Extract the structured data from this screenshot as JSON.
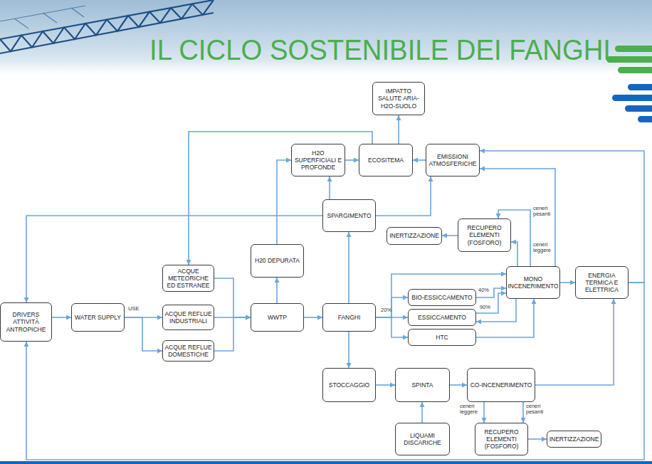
{
  "diagram": {
    "title": "IL CICLO SOSTENIBILE DEI FANGHI",
    "nodes": [
      {
        "text": [
          "DRIVERS ATTIVITÀ ANTROPICHE"
        ]
      },
      {
        "text": [
          "WATER SUPPLY"
        ]
      },
      {
        "text": [
          "ACQUE METEORICHE ED ESTRANEE"
        ]
      },
      {
        "text": [
          "ACQUE REFLUE INDUSTRIALI"
        ]
      },
      {
        "text": [
          "ACQUE REFLUE DOMESTICHE"
        ]
      },
      {
        "text": [
          "WWTP"
        ]
      },
      {
        "text": [
          "H20 DEPURATA"
        ]
      },
      {
        "text": [
          "H2O SUPERFICIALI E PROFONDE"
        ]
      },
      {
        "text": [
          "ECOSITEMA"
        ]
      },
      {
        "text": [
          "IMPATTO SALUTE ARIA-H2O-SUOLO"
        ]
      },
      {
        "text": [
          "EMISSIONI ATMOSFERICHE"
        ]
      },
      {
        "text": [
          "SPARGIMENTO"
        ]
      },
      {
        "text": [
          "FANGHI"
        ]
      },
      {
        "text": [
          "INERTIZZAZIONE"
        ]
      },
      {
        "text": [
          "RECUPERO ELEMENTI (FOSFORO)"
        ]
      },
      {
        "text": [
          "BIO-ESSICCAMENTO"
        ]
      },
      {
        "text": [
          "ESSICCAMENTO"
        ]
      },
      {
        "text": [
          "HTC"
        ]
      },
      {
        "text": [
          "MONO INCENERIMENTO"
        ]
      },
      {
        "text": [
          "ENERGIA TERMICA E ELETTRICA"
        ]
      },
      {
        "text": [
          "STOCCAGGIO"
        ]
      },
      {
        "text": [
          "SPINTA"
        ]
      },
      {
        "text": [
          "CO-INCENERIMENTO"
        ]
      },
      {
        "text": [
          "LIQUAMI DISCARICHE"
        ]
      },
      {
        "text": [
          "RECUPERO ELEMENTI (FOSFORO)"
        ]
      },
      {
        "text": [
          "INERTIZZAZIONE"
        ]
      }
    ],
    "edges": [
      {
        "from": 0,
        "to": 1,
        "arrow": "to"
      },
      {
        "from": 1,
        "to": 3,
        "label": "USE",
        "arrow": "to"
      },
      {
        "from": 1,
        "to": 4,
        "arrow": "to"
      },
      {
        "from": 2,
        "to": 5,
        "arrow": "to"
      },
      {
        "from": 3,
        "to": 5,
        "arrow": "to"
      },
      {
        "from": 4,
        "to": 5,
        "arrow": "to"
      },
      {
        "from": 5,
        "to": 6,
        "arrow": "to"
      },
      {
        "from": 6,
        "to": 7,
        "arrow": "to"
      },
      {
        "from": 5,
        "to": 12,
        "arrow": "to"
      },
      {
        "from": 11,
        "to": 7,
        "arrow": "to"
      },
      {
        "from": 11,
        "to": 10,
        "arrow": "to"
      },
      {
        "from": 11,
        "to": 0,
        "arrow": "to"
      },
      {
        "from": 8,
        "to": 2,
        "arrow": "to"
      },
      {
        "from": 8,
        "to": 9,
        "arrow": "to"
      },
      {
        "from": 7,
        "to": 8,
        "arrow": "to"
      },
      {
        "from": 10,
        "to": 8,
        "arrow": "to"
      },
      {
        "from": 12,
        "to": 11,
        "arrow": "to"
      },
      {
        "from": 12,
        "to": 20,
        "arrow": "to"
      },
      {
        "from": 12,
        "to": 15,
        "arrow": "to"
      },
      {
        "from": 12,
        "to": 16,
        "label": "20%",
        "arrow": "to"
      },
      {
        "from": 12,
        "to": 17,
        "arrow": "to"
      },
      {
        "from": 12,
        "to": 18,
        "arrow": "to"
      },
      {
        "from": 15,
        "to": 18,
        "label": "40%",
        "arrow": "to"
      },
      {
        "from": 16,
        "to": 18,
        "label": "90%",
        "arrow": "to"
      },
      {
        "from": 17,
        "to": 18,
        "arrow": "to"
      },
      {
        "from": 18,
        "to": 16,
        "arrow": "to"
      },
      {
        "from": 18,
        "to": 14,
        "label": "ceneri pesanti",
        "arrow": "to"
      },
      {
        "from": 18,
        "to": 14,
        "label": "ceneri leggere",
        "arrow": "to"
      },
      {
        "from": 14,
        "to": 13,
        "arrow": "to"
      },
      {
        "from": 18,
        "to": 10,
        "arrow": "to"
      },
      {
        "from": 18,
        "to": 19,
        "arrow": "to"
      },
      {
        "from": 19,
        "to": 10,
        "arrow": "to"
      },
      {
        "from": 19,
        "to": 0,
        "arrow": "to"
      },
      {
        "from": 20,
        "to": 21,
        "arrow": "to"
      },
      {
        "from": 21,
        "to": 22,
        "arrow": "to"
      },
      {
        "from": 23,
        "to": 21,
        "arrow": "to"
      },
      {
        "from": 22,
        "to": 19,
        "arrow": "to"
      },
      {
        "from": 22,
        "to": 24,
        "label": "ceneri leggere",
        "arrow": "to"
      },
      {
        "from": 22,
        "to": 24,
        "label": "ceneri pesanti",
        "arrow": "to"
      },
      {
        "from": 24,
        "to": 25,
        "arrow": "to"
      }
    ]
  }
}
